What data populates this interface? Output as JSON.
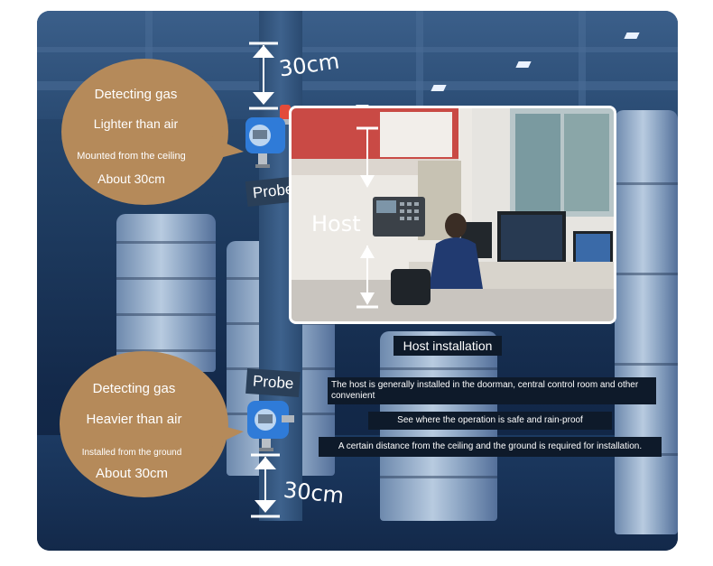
{
  "bubble_top": {
    "line1": "Detecting gas",
    "line2": "Lighter than air",
    "line3": "Mounted from the ceiling",
    "line4": "About 30cm"
  },
  "bubble_bottom": {
    "line1": "Detecting gas",
    "line2": "Heavier than air",
    "line3": "Installed from the ground",
    "line4": "About 30cm"
  },
  "probe_top_label": "Probe",
  "probe_bottom_label": "Probe",
  "dim_top": "30cm",
  "dim_bottom": "30cm",
  "photo_label": "Host",
  "info": {
    "title": "Host installation",
    "line1": "The host is generally installed in the doorman, central control room and other convenient",
    "line2": "See where the operation is safe and rain-proof",
    "line3": "A certain distance from the ceiling and the ground is required for installation."
  },
  "colors": {
    "bubble": "#b58a5a",
    "panel": "#0e1a2a",
    "detector_blue": "#2f7bd8"
  }
}
